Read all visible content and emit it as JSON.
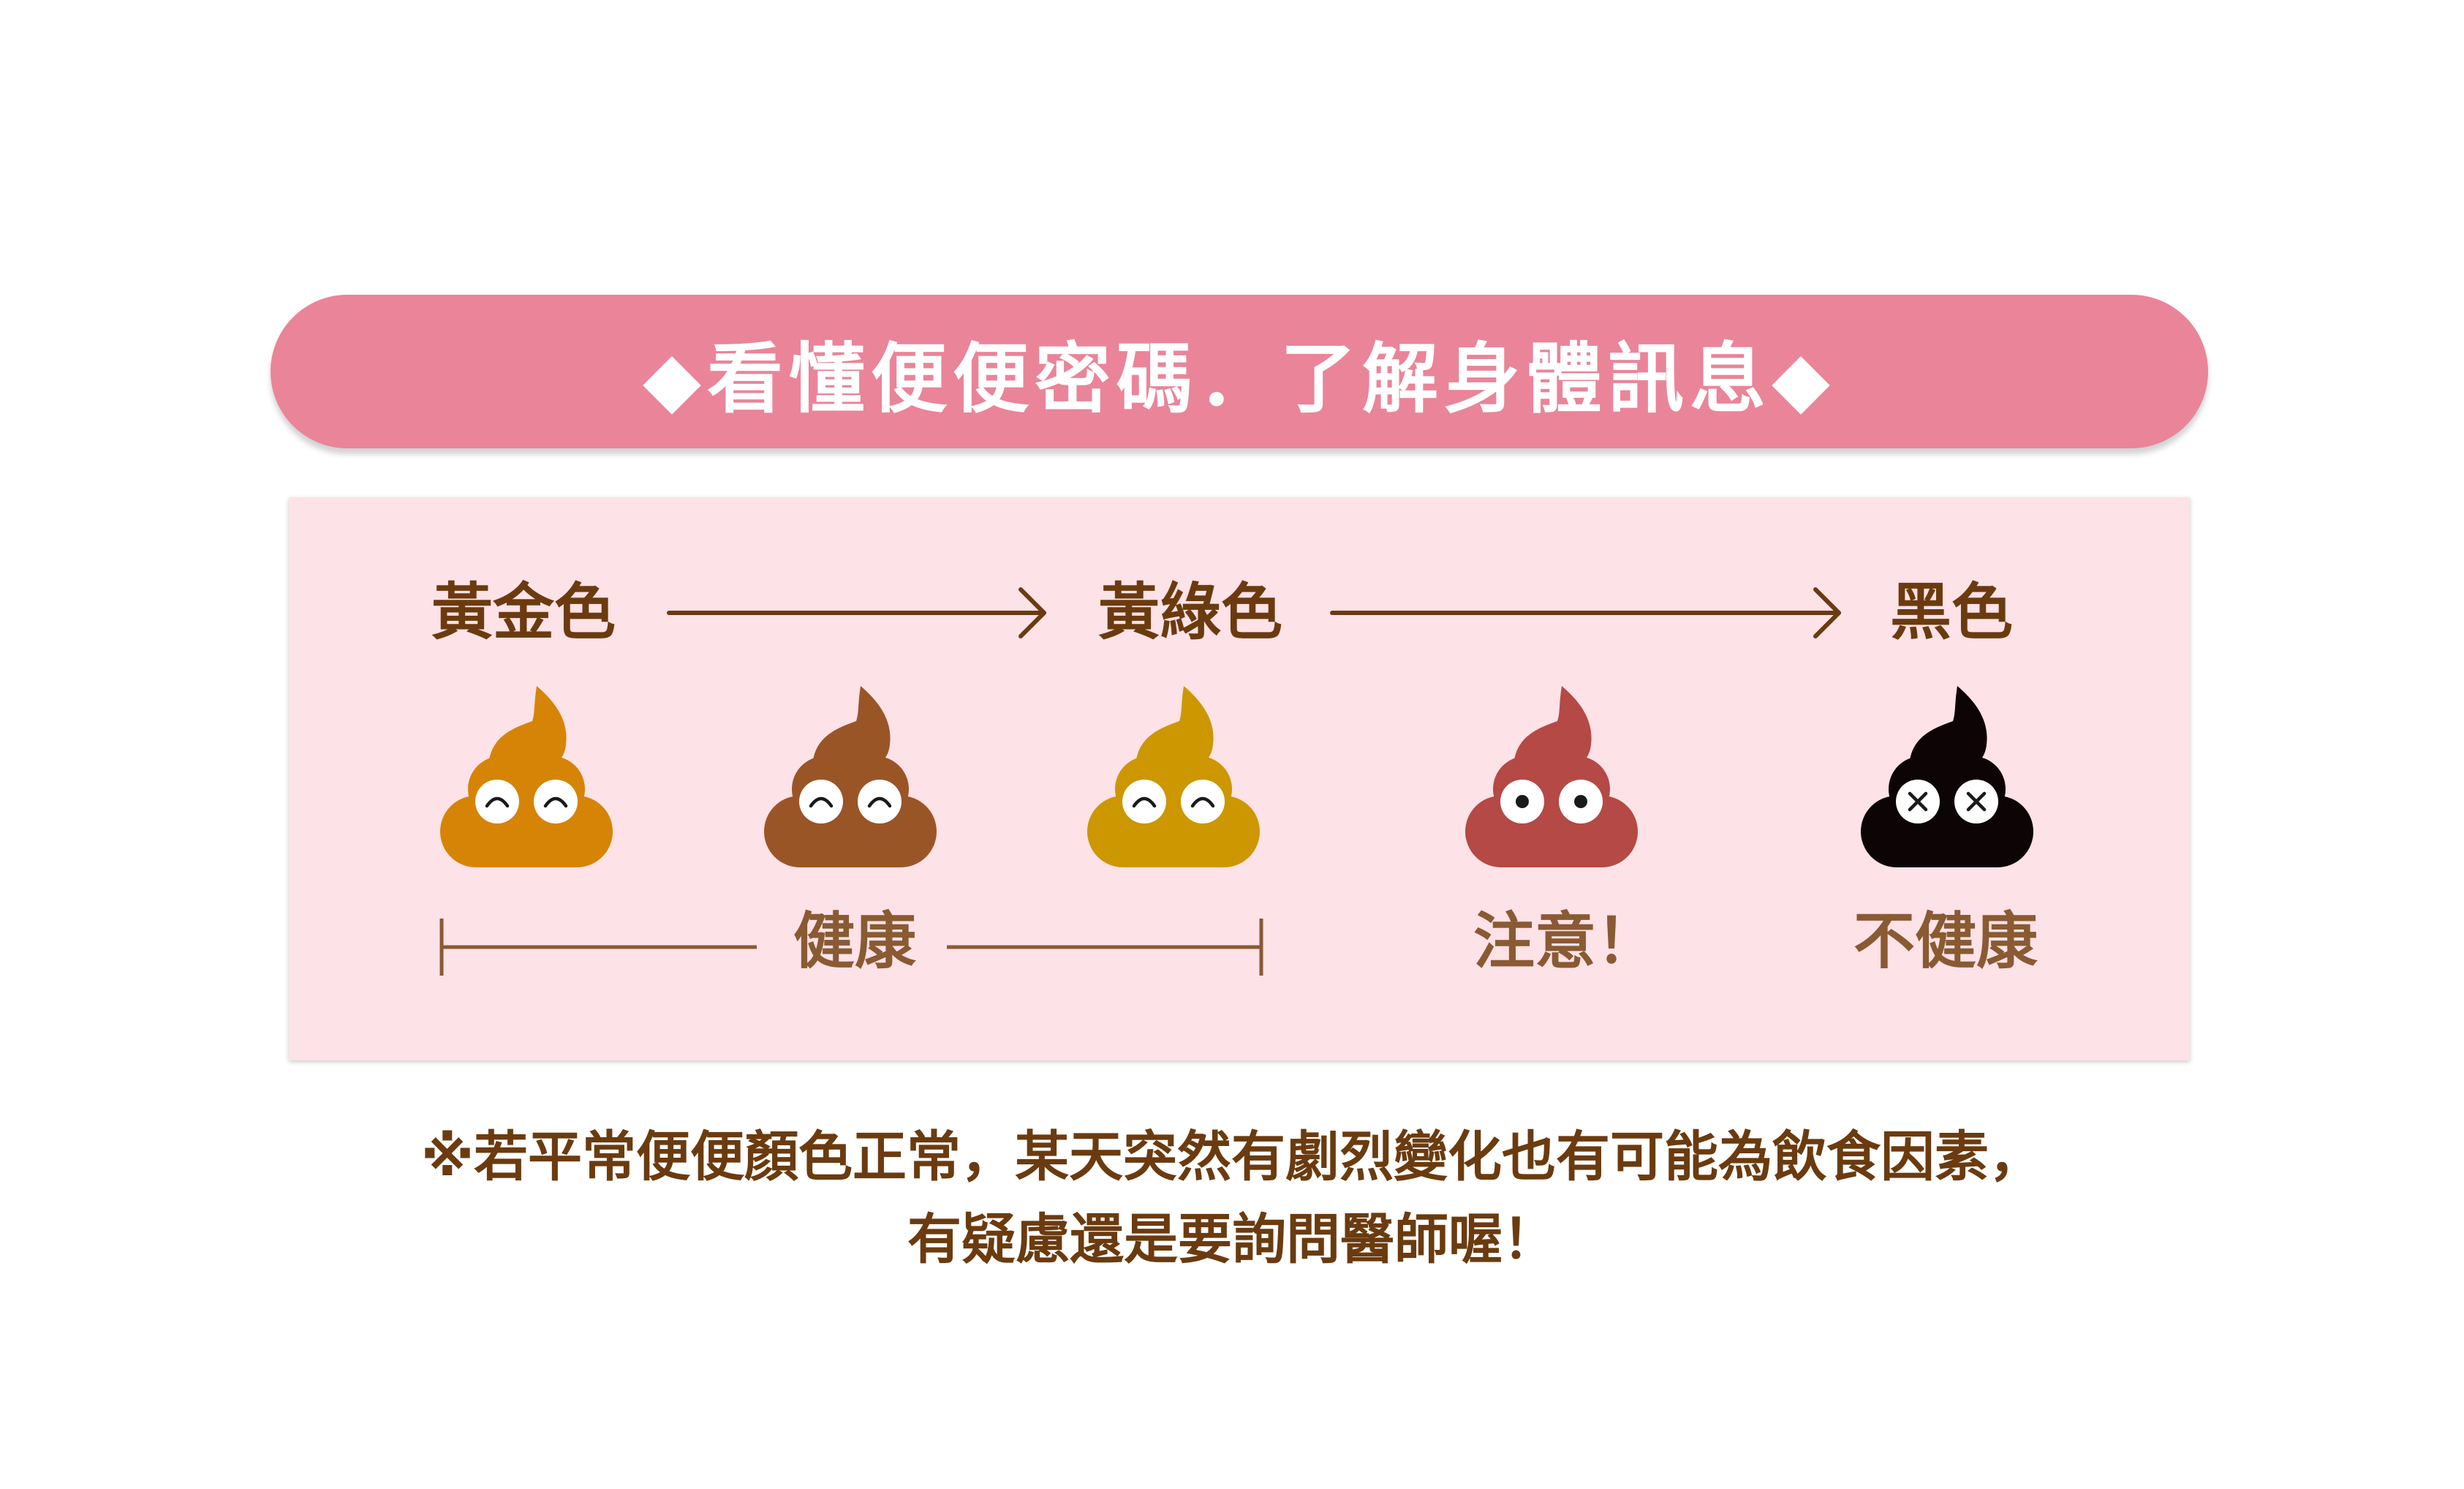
{
  "banner": {
    "title": "◆看懂便便密碼．了解身體訊息◆"
  },
  "top_labels": {
    "golden": "黃金色",
    "yellow_green": "黃綠色",
    "black": "黑色"
  },
  "poops": [
    {
      "name": "golden-poop-icon",
      "color": "#d68405",
      "eyes": "happy"
    },
    {
      "name": "brown-poop-icon",
      "color": "#9a5527",
      "eyes": "happy"
    },
    {
      "name": "yellow-green-poop-icon",
      "color": "#cc9700",
      "eyes": "happy"
    },
    {
      "name": "reddish-poop-icon",
      "color": "#b44945",
      "eyes": "dot"
    },
    {
      "name": "black-poop-icon",
      "color": "#0d0505",
      "eyes": "cross"
    }
  ],
  "bottom_labels": {
    "healthy": "健康",
    "caution": "注意！",
    "unhealthy": "不健康"
  },
  "note": {
    "line1": "※若平常便便顏色正常，某天突然有劇烈變化也有可能為飲食因素，",
    "line2": "有疑慮還是要詢問醫師喔！"
  },
  "colors": {
    "banner": "#ea8499",
    "panel": "#fde2e8",
    "text_brown": "#6b3b0f",
    "label_brown": "#8a5a32"
  }
}
